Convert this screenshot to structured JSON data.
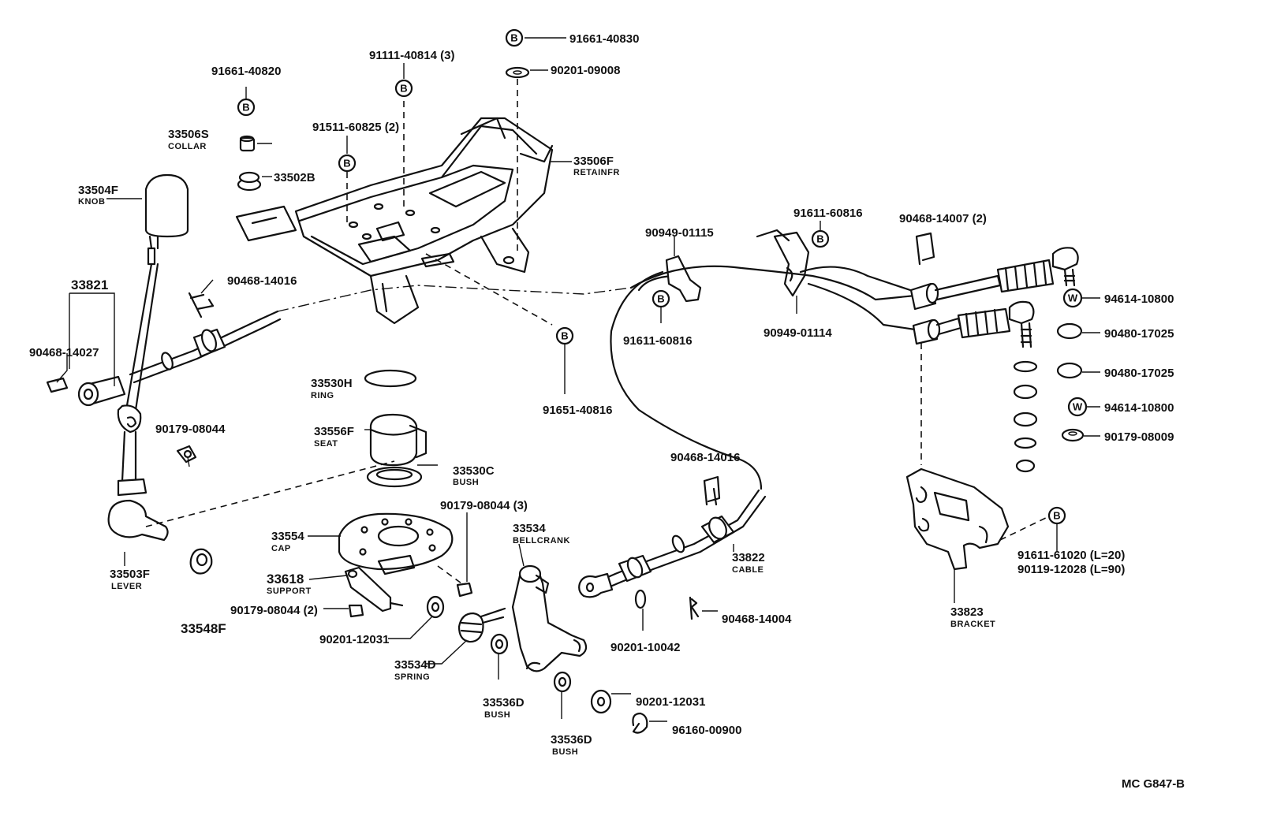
{
  "parts": {
    "p91661_40830": "91661-40830",
    "p90201_09008": "90201-09008",
    "p91111_40814": "91111-40814 (3)",
    "p91661_40820": "91661-40820",
    "p91511_60825": "91511-60825 (2)",
    "p33506S": "33506S",
    "p33506S_name": "COLLAR",
    "p33502B": "33502B",
    "p33506F": "33506F",
    "p33506F_name": "RETAINFR",
    "p33504F": "33504F",
    "p33504F_name": "KNOB",
    "p33821": "33821",
    "p90468_14016a": "90468-14016",
    "p90468_14027": "90468-14027",
    "p90179_08044a": "90179-08044",
    "p33530H": "33530H",
    "p33530H_name": "RING",
    "p33556F": "33556F",
    "p33556F_name": "SEAT",
    "p33530C": "33530C",
    "p33530C_name": "BUSH",
    "p91651_40816": "91651-40816",
    "p90949_01115": "90949-01115",
    "p91611_60816a": "91611-60816",
    "p91611_60816b": "91611-60816",
    "p90949_01114": "90949-01114",
    "p90468_14007": "90468-14007 (2)",
    "p94614_10800a": "94614-10800",
    "p90480_17025a": "90480-17025",
    "p90480_17025b": "90480-17025",
    "p94614_10800b": "94614-10800",
    "p90179_08009": "90179-08009",
    "p90468_14016b": "90468-14016",
    "p33822": "33822",
    "p33822_name": "CABLE",
    "p91611_61020": "91611-61020 (L=20)",
    "p90119_12028": "90119-12028 (L=90)",
    "p33823": "33823",
    "p33823_name": "BRACKET",
    "p33554": "33554",
    "p33554_name": "CAP",
    "p90179_08044c": "90179-08044 (3)",
    "p33534": "33534",
    "p33534_name": "BELLCRANK",
    "p33618": "33618",
    "p33618_name": "SUPPORT",
    "p90179_08044b": "90179-08044 (2)",
    "p33503F": "33503F",
    "p33503F_name": "LEVER",
    "p33548F": "33548F",
    "p90201_12031a": "90201-12031",
    "p33534D": "33534D",
    "p33534D_name": "SPRING",
    "p33536D_a": "33536D",
    "p33536D_a_name": "BUSH",
    "p33536D_b": "33536D",
    "p33536D_b_name": "BUSH",
    "p90201_10042": "90201-10042",
    "p90468_14004": "90468-14004",
    "p90201_12031b": "90201-12031",
    "p96160_00900": "96160-00900"
  },
  "symbols": {
    "b": "B",
    "w": "W"
  },
  "diagram_code": "MC  G847-B"
}
